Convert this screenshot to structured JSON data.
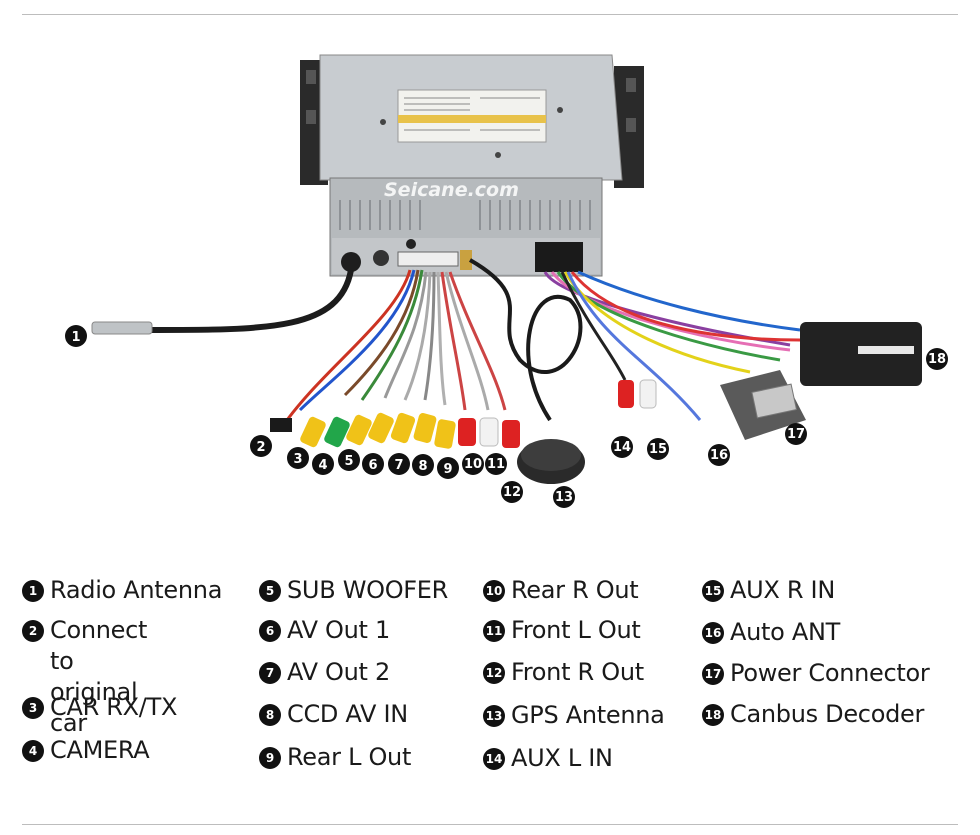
{
  "watermark": "Seicane.com",
  "callouts": [
    {
      "n": "1"
    },
    {
      "n": "2"
    },
    {
      "n": "3"
    },
    {
      "n": "4"
    },
    {
      "n": "5"
    },
    {
      "n": "6"
    },
    {
      "n": "7"
    },
    {
      "n": "8"
    },
    {
      "n": "9"
    },
    {
      "n": "10"
    },
    {
      "n": "11"
    },
    {
      "n": "12"
    },
    {
      "n": "13"
    },
    {
      "n": "14"
    },
    {
      "n": "15"
    },
    {
      "n": "16"
    },
    {
      "n": "17"
    },
    {
      "n": "18"
    }
  ],
  "legend": [
    [
      {
        "n": "1",
        "label": "Radio Antenna"
      },
      {
        "n": "2",
        "label": "Connect to\noriginal car"
      },
      {
        "n": "3",
        "label": "CAR RX/TX"
      },
      {
        "n": "4",
        "label": "CAMERA"
      }
    ],
    [
      {
        "n": "5",
        "label": "SUB WOOFER"
      },
      {
        "n": "6",
        "label": "AV Out 1"
      },
      {
        "n": "7",
        "label": "AV Out 2"
      },
      {
        "n": "8",
        "label": "CCD AV IN"
      },
      {
        "n": "9",
        "label": "Rear L Out"
      }
    ],
    [
      {
        "n": "10",
        "label": "Rear R Out"
      },
      {
        "n": "11",
        "label": "Front L Out"
      },
      {
        "n": "12",
        "label": "Front R Out"
      },
      {
        "n": "13",
        "label": "GPS Antenna"
      },
      {
        "n": "14",
        "label": "AUX L IN"
      }
    ],
    [
      {
        "n": "15",
        "label": "AUX R IN"
      },
      {
        "n": "16",
        "label": "Auto ANT"
      },
      {
        "n": "17",
        "label": "Power Connector"
      },
      {
        "n": "18",
        "label": "Canbus Decoder"
      }
    ]
  ]
}
